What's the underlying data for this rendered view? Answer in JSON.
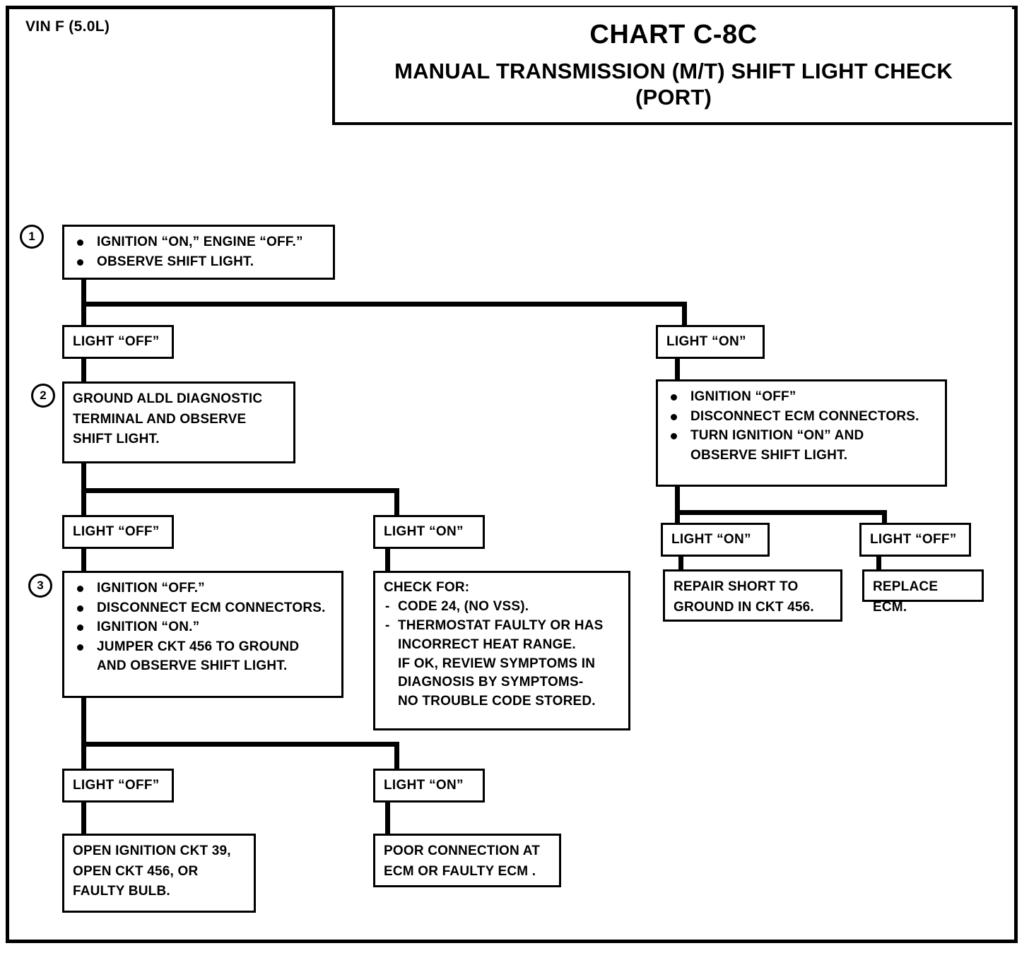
{
  "header": {
    "vin_label": "VIN F (5.0L)",
    "chart_title": "CHART C-8C",
    "chart_subtitle_line1": "MANUAL TRANSMISSION (M/T) SHIFT LIGHT CHECK",
    "chart_subtitle_line2": "(PORT)"
  },
  "steps": {
    "step1_number": "1",
    "step2_number": "2",
    "step3_number": "3"
  },
  "step1": {
    "bullet1": "IGNITION “ON,” ENGINE “OFF.”",
    "bullet2": "OBSERVE SHIFT LIGHT."
  },
  "branch1": {
    "left_label": "LIGHT “OFF”",
    "right_label": "LIGHT “ON”"
  },
  "step2": {
    "line1": "GROUND ALDL DIAGNOSTIC",
    "line2": "TERMINAL AND OBSERVE",
    "line3": "SHIFT LIGHT."
  },
  "right_branch_box": {
    "bullet1": "IGNITION “OFF”",
    "bullet2": "DISCONNECT ECM CONNECTORS.",
    "bullet3_line1": "TURN IGNITION “ON” AND",
    "bullet3_line2": "OBSERVE SHIFT LIGHT."
  },
  "branch2": {
    "left_label": "LIGHT “OFF”",
    "right_label": "LIGHT “ON”"
  },
  "branch3": {
    "left_label": "LIGHT “ON”",
    "right_label": "LIGHT “OFF”"
  },
  "step3": {
    "bullet1": "IGNITION “OFF.”",
    "bullet2": "DISCONNECT ECM CONNECTORS.",
    "bullet3": "IGNITION “ON.”",
    "bullet4_line1": "JUMPER CKT 456 TO GROUND",
    "bullet4_line2": "AND OBSERVE SHIFT LIGHT."
  },
  "check_for_box": {
    "heading": "CHECK FOR:",
    "item1": "CODE 24, (NO VSS).",
    "item2_line1": "THERMOSTAT FAULTY OR HAS",
    "item2_line2": "INCORRECT HEAT RANGE.",
    "note_line1": "IF OK, REVIEW SYMPTOMS IN",
    "note_line2": "DIAGNOSIS BY SYMPTOMS-",
    "note_line3": "NO TROUBLE CODE STORED."
  },
  "result_repair_short": {
    "line1": "REPAIR SHORT TO",
    "line2": "GROUND IN CKT 456."
  },
  "result_replace_ecm": {
    "line1": "REPLACE ECM."
  },
  "branch4": {
    "left_label": "LIGHT “OFF”",
    "right_label": "LIGHT “ON”"
  },
  "result_open_ckt": {
    "line1": "OPEN IGNITION CKT 39,",
    "line2": "OPEN CKT 456, OR",
    "line3": "FAULTY BULB."
  },
  "result_poor_connection": {
    "line1": "POOR CONNECTION AT",
    "line2": "ECM OR FAULTY ECM ."
  },
  "colors": {
    "ink": "#000000",
    "paper": "#ffffff"
  }
}
